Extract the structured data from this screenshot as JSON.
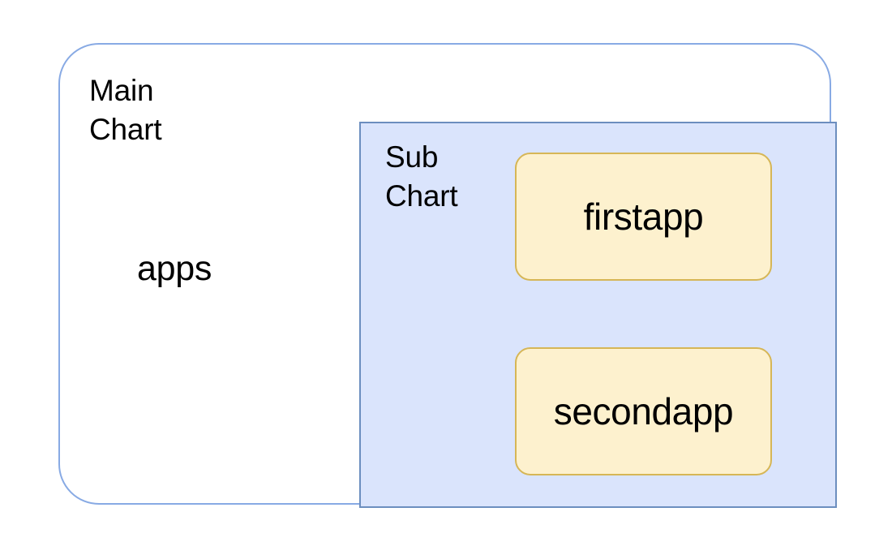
{
  "diagram": {
    "type": "nested-containers",
    "background_color": "#ffffff",
    "main_chart": {
      "label": "Main\nChart",
      "border_color": "#88aae4",
      "fill_color": "#ffffff",
      "inner_label": "apps",
      "sub_chart": {
        "label": "Sub\nChart",
        "border_color": "#6c8ebf",
        "fill_color": "#dae4fc",
        "nodes": [
          {
            "label": "firstapp",
            "fill_color": "#fdf1ce",
            "border_color": "#d6b656"
          },
          {
            "label": "secondapp",
            "fill_color": "#fdf1ce",
            "border_color": "#d6b656"
          }
        ]
      }
    }
  }
}
